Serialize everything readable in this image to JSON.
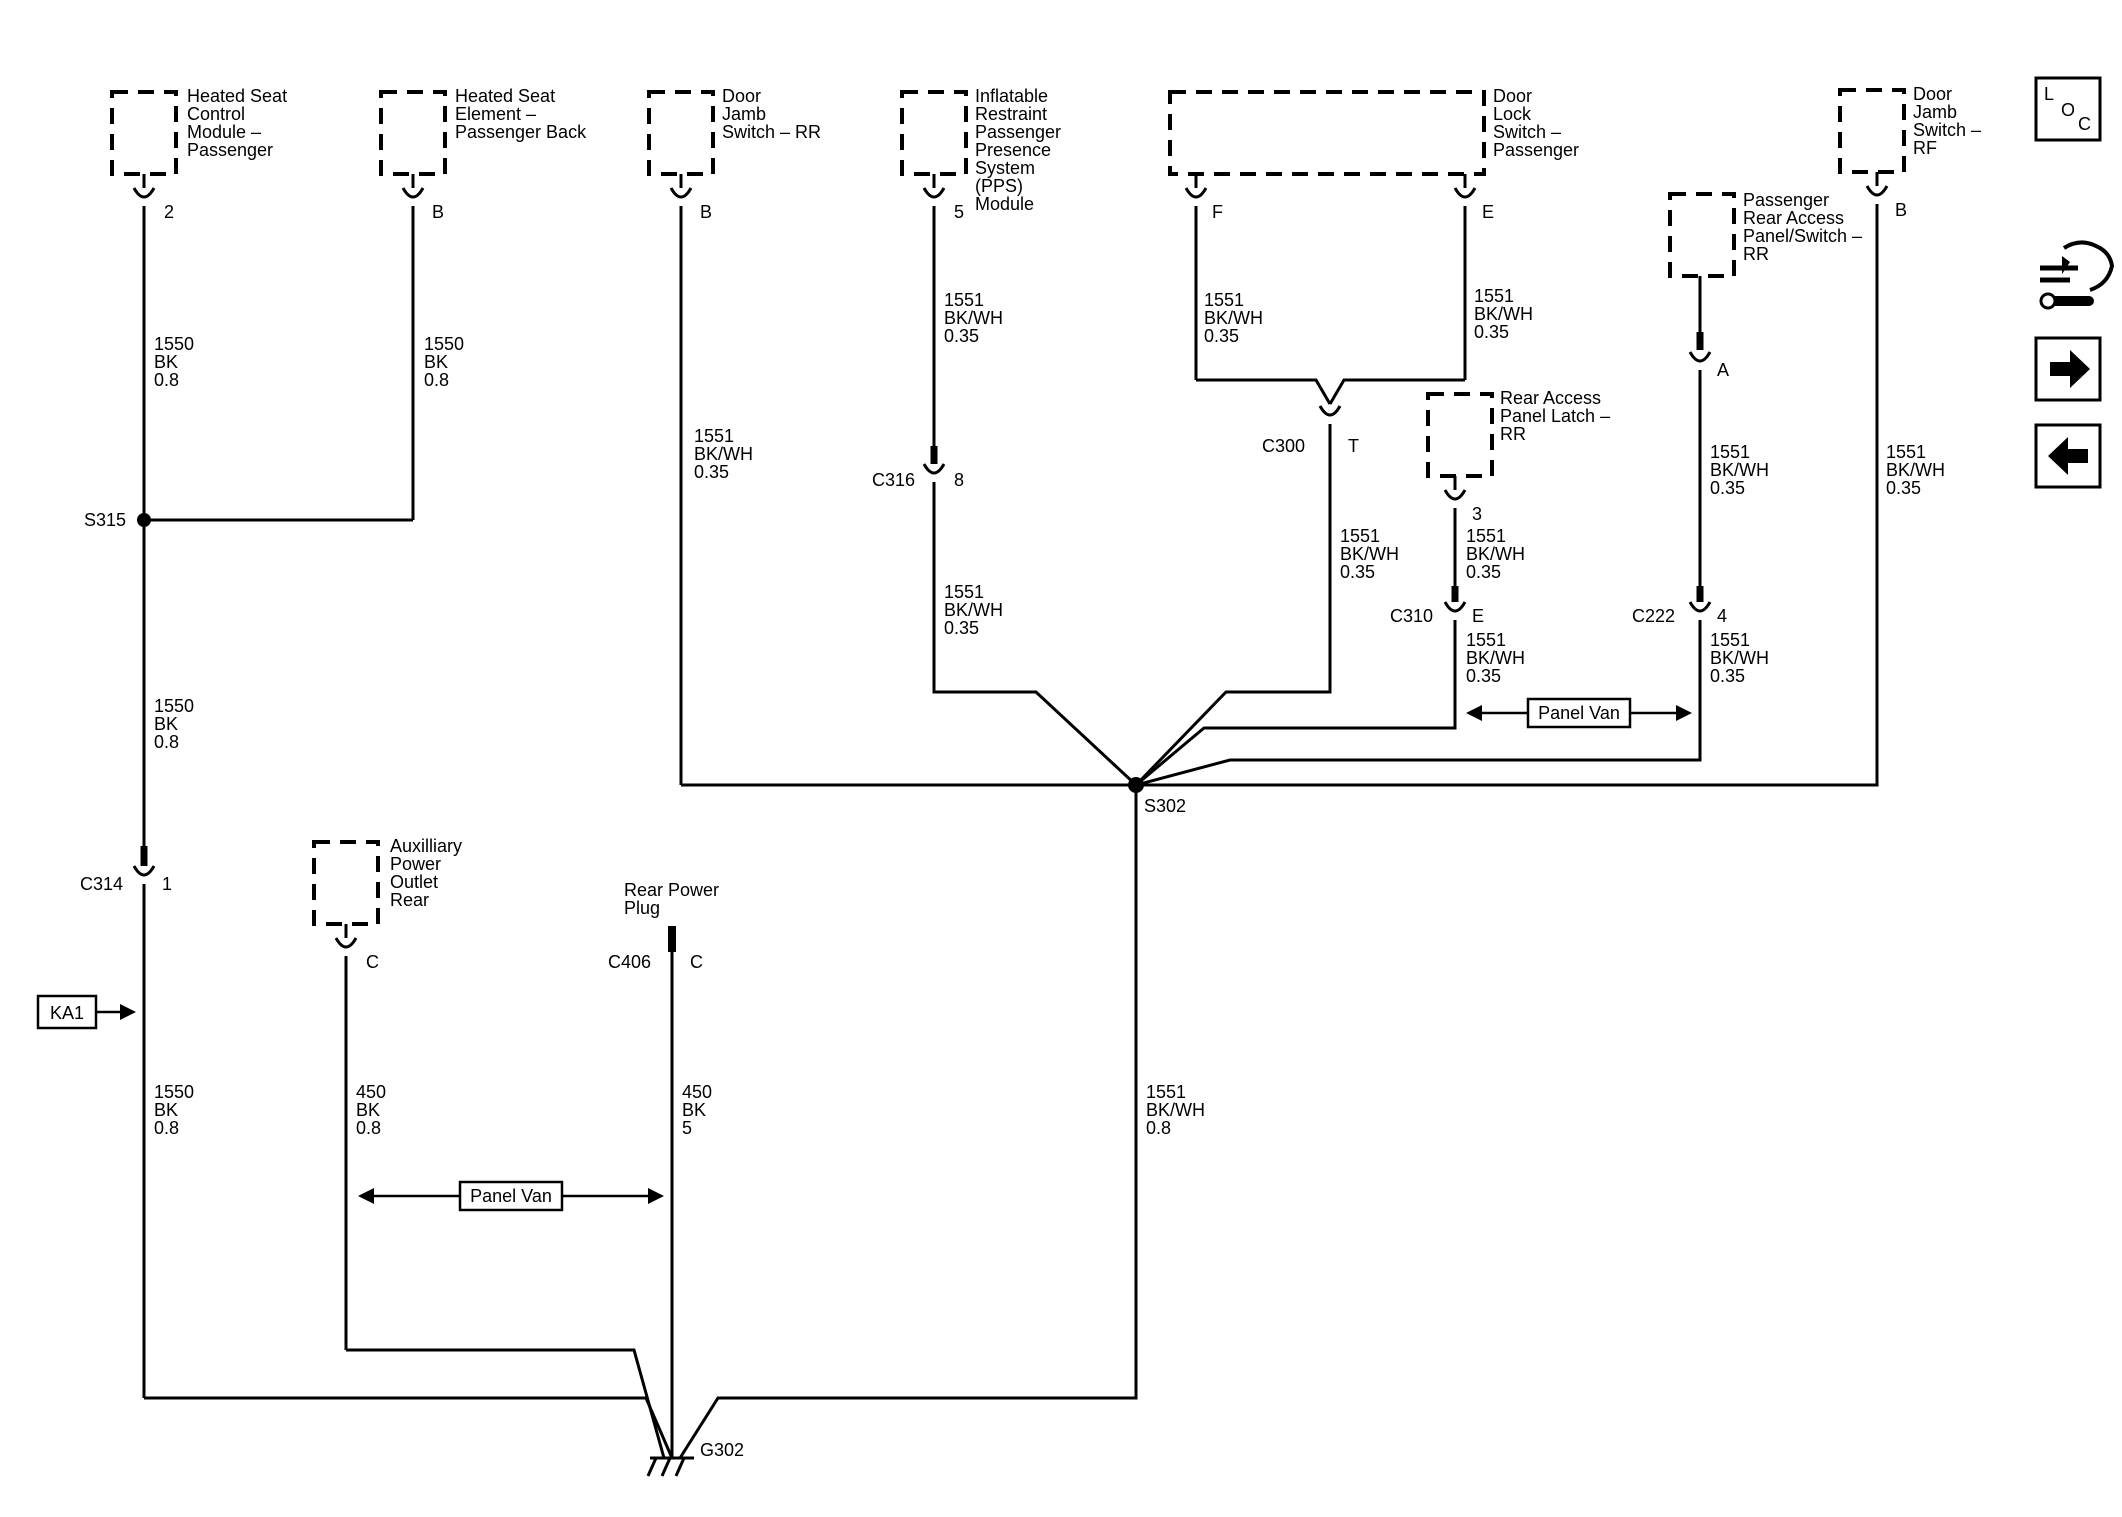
{
  "components": {
    "hscm": [
      "Heated Seat",
      "Control",
      "Module –",
      "Passenger"
    ],
    "hse": [
      "Heated Seat",
      "Element –",
      "Passenger Back"
    ],
    "djs_rr": [
      "Door",
      "Jamb",
      "Switch – RR"
    ],
    "pps": [
      "Inflatable",
      "Restraint",
      "Passenger",
      "Presence",
      "System",
      "(PPS)",
      "Module"
    ],
    "dls": [
      "Door",
      "Lock",
      "Switch –",
      "Passenger"
    ],
    "djs_rf": [
      "Door",
      "Jamb",
      "Switch –",
      "RF"
    ],
    "rapsw": [
      "Passenger",
      "Rear Access",
      "Panel/Switch –",
      "RR"
    ],
    "rapl": [
      "Rear Access",
      "Panel Latch –",
      "RR"
    ],
    "apo": [
      "Auxilliary",
      "Power",
      "Outlet",
      "Rear"
    ],
    "rpp": [
      "Rear Power",
      "Plug"
    ]
  },
  "pins": {
    "hscm": "2",
    "hse": "B",
    "djs_rr": "B",
    "pps": "5",
    "dls_f": "F",
    "dls_e": "E",
    "djs_rf": "B",
    "rapsw": "A",
    "rapl": "3",
    "apo": "C",
    "rpp": "C",
    "c314": "1",
    "c316": "8",
    "c300": "T",
    "c310": "E",
    "c222": "4"
  },
  "connectors": {
    "c314": "C314",
    "c316": "C316",
    "c300": "C300",
    "c310": "C310",
    "c222": "C222",
    "c406": "C406"
  },
  "splices": {
    "s315": "S315",
    "s302": "S302"
  },
  "ground": "G302",
  "wires": {
    "w1": [
      "1550",
      "BK",
      "0.8"
    ],
    "w2": [
      "1550",
      "BK",
      "0.8"
    ],
    "w3": [
      "1550",
      "BK",
      "0.8"
    ],
    "w4": [
      "1550",
      "BK",
      "0.8"
    ],
    "w5": [
      "1551",
      "BK/WH",
      "0.35"
    ],
    "w6": [
      "1551",
      "BK/WH",
      "0.35"
    ],
    "w7": [
      "1551",
      "BK/WH",
      "0.35"
    ],
    "w8": [
      "1551",
      "BK/WH",
      "0.35"
    ],
    "w9": [
      "1551",
      "BK/WH",
      "0.35"
    ],
    "w10": [
      "1551",
      "BK/WH",
      "0.35"
    ],
    "w11": [
      "1551",
      "BK/WH",
      "0.35"
    ],
    "w12": [
      "1551",
      "BK/WH",
      "0.35"
    ],
    "w13": [
      "1551",
      "BK/WH",
      "0.35"
    ],
    "w14": [
      "1551",
      "BK/WH",
      "0.35"
    ],
    "w15": [
      "1551",
      "BK/WH",
      "0.35"
    ],
    "w16": [
      "450",
      "BK",
      "0.8"
    ],
    "w17": [
      "450",
      "BK",
      "5"
    ],
    "w18": [
      "1551",
      "BK/WH",
      "0.8"
    ]
  },
  "panel_van_label": "Panel Van",
  "ka1_label": "KA1",
  "loc_icon": {
    "letters": [
      "L",
      "O",
      "C"
    ]
  },
  "nav": {
    "schematic_icon": "harness-wrench-icon",
    "next_icon": "arrow-right-icon",
    "prev_icon": "arrow-left-icon"
  }
}
